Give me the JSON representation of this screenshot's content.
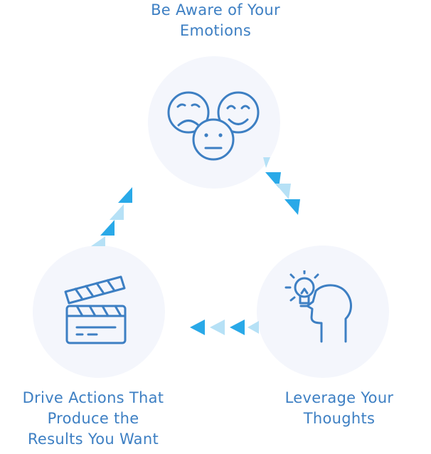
{
  "nodes": {
    "emotions": {
      "label_lines": [
        "Be Aware of Your",
        "Emotions"
      ],
      "icon": "faces-icon"
    },
    "thoughts": {
      "label_lines": [
        "Leverage Your",
        "Thoughts"
      ],
      "icon": "head-lightbulb-icon"
    },
    "actions": {
      "label_lines": [
        "Drive Actions That",
        "Produce the",
        "Results You Want"
      ],
      "icon": "clapperboard-icon"
    }
  },
  "colors": {
    "label_text": "#3d7fc3",
    "icon_stroke": "#3d7fc3",
    "circle_fill": "#f4f6fc",
    "arrow_dark": "#29a9e8",
    "arrow_light": "#b6e1f6"
  }
}
